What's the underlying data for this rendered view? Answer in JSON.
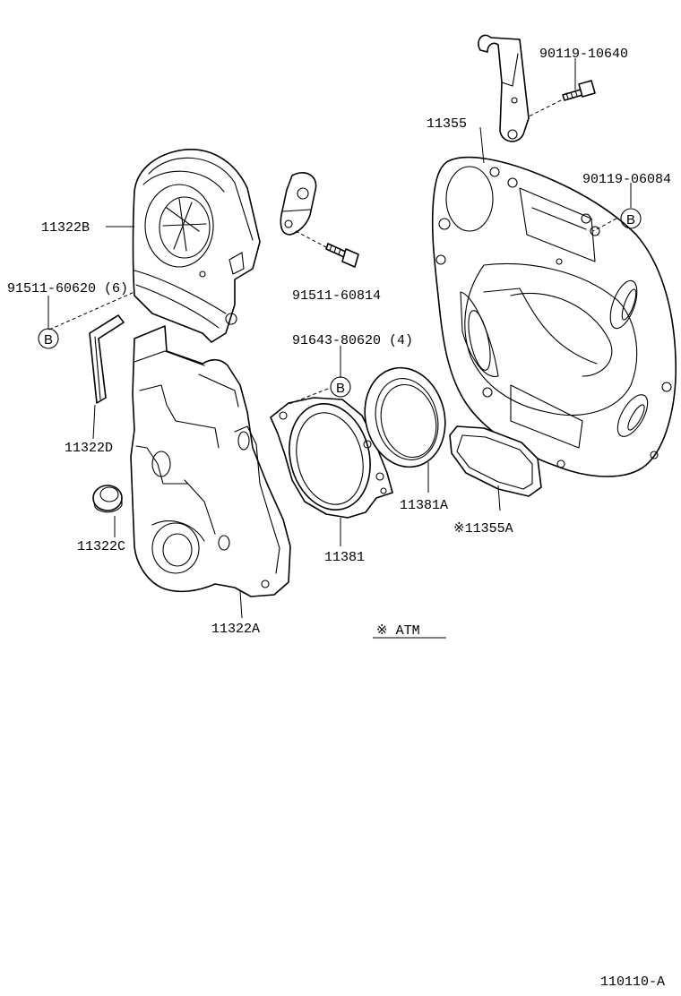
{
  "labels": {
    "p90119_10640": "90119-10640",
    "p11355": "11355",
    "p90119_06084": "90119-06084",
    "p11322B": "11322B",
    "p91511_60620": "91511-60620 (6)",
    "p91511_60814": "91511-60814",
    "p91643_80620": "91643-80620 (4)",
    "p11322D": "11322D",
    "p11381A": "11381A",
    "p11355A": "※11355A",
    "p11322C": "11322C",
    "p11381": "11381",
    "p11322A": "11322A",
    "atm_note": "※  ATM",
    "figure_id": "110110-A"
  },
  "callouts": {
    "b": "B"
  }
}
